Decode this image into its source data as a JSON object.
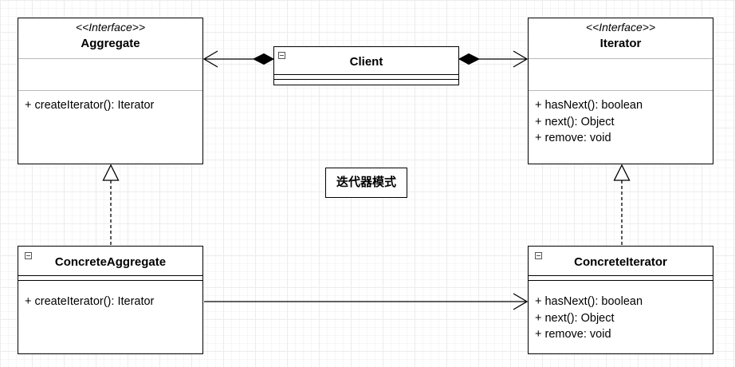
{
  "classes": {
    "aggregate": {
      "stereotype": "<<Interface>>",
      "name": "Aggregate",
      "methods": [
        "+ createIterator(): Iterator"
      ]
    },
    "iterator": {
      "stereotype": "<<Interface>>",
      "name": "Iterator",
      "methods": [
        "+ hasNext(): boolean",
        "+ next(): Object",
        "+ remove: void"
      ]
    },
    "client": {
      "name": "Client"
    },
    "concrete_aggregate": {
      "name": "ConcreteAggregate",
      "methods": [
        "+ createIterator(): Iterator"
      ]
    },
    "concrete_iterator": {
      "name": "ConcreteIterator",
      "methods": [
        "+ hasNext(): boolean",
        "+ next(): Object",
        "+ remove: void"
      ]
    }
  },
  "note": {
    "text": "迭代器模式"
  },
  "relations": [
    {
      "type": "composition",
      "from": "Client",
      "to": "Aggregate"
    },
    {
      "type": "composition",
      "from": "Client",
      "to": "Iterator"
    },
    {
      "type": "realization",
      "from": "ConcreteAggregate",
      "to": "Aggregate"
    },
    {
      "type": "realization",
      "from": "ConcreteIterator",
      "to": "Iterator"
    },
    {
      "type": "association",
      "from": "ConcreteAggregate",
      "to": "ConcreteIterator"
    }
  ]
}
